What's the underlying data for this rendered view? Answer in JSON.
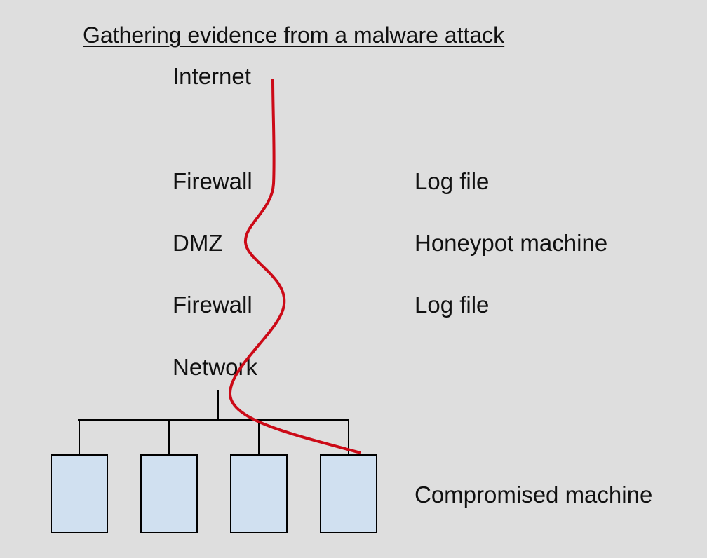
{
  "title": "Gathering evidence from a malware attack",
  "layers": [
    {
      "name": "Internet",
      "evidence": ""
    },
    {
      "name": "Firewall",
      "evidence": "Log file"
    },
    {
      "name": "DMZ",
      "evidence": "Honeypot machine"
    },
    {
      "name": "Firewall",
      "evidence": "Log file"
    },
    {
      "name": "Network",
      "evidence": ""
    }
  ],
  "machines": {
    "count": 4,
    "compromised_index": 3,
    "compromised_label": "Compromised machine",
    "fill_color": "#d0e0f0"
  },
  "attack_path_color": "#cc0a17"
}
